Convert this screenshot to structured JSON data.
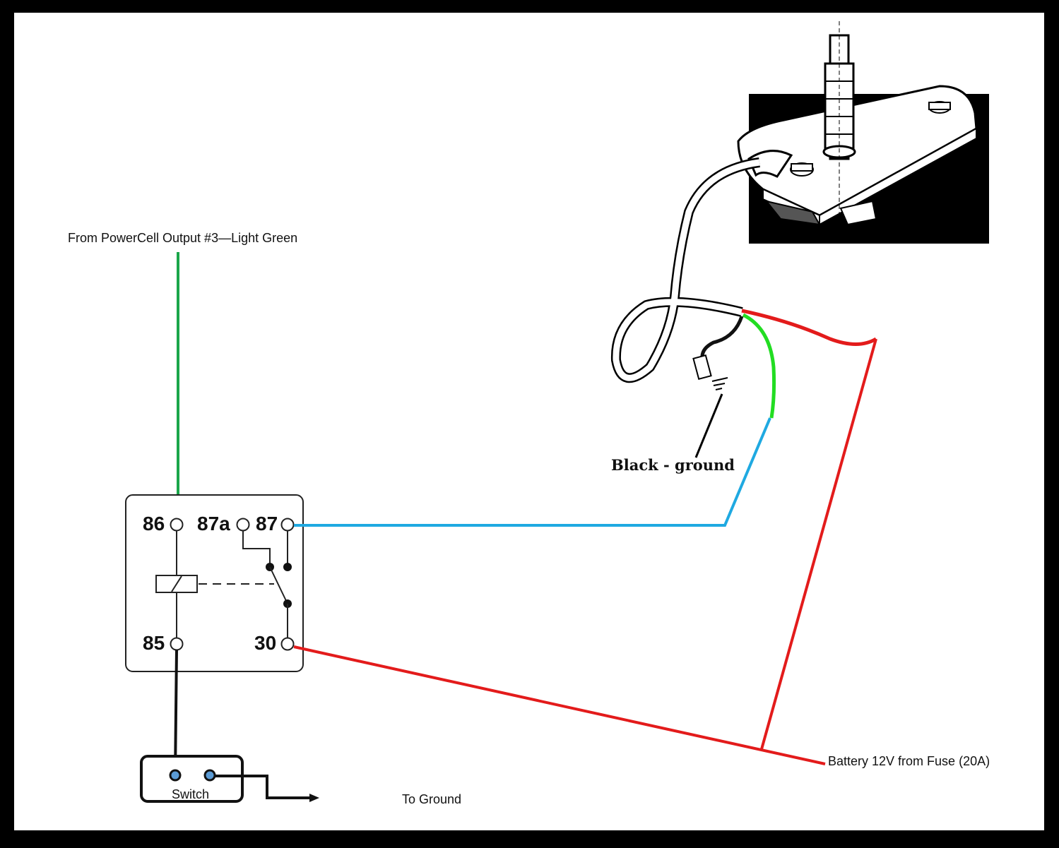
{
  "labels": {
    "source": "From PowerCell Output #3—Light Green",
    "ground_wire": "Black - ground",
    "battery": "Battery 12V from Fuse (20A)",
    "to_ground": "To Ground",
    "switch": "Switch"
  },
  "relay": {
    "pins": {
      "p86": "86",
      "p87a": "87a",
      "p87": "87",
      "p85": "85",
      "p30": "30"
    }
  },
  "colors": {
    "frame": "#000000",
    "background": "#ffffff",
    "green_wire": "#1aa64a",
    "blue_wire": "#1fa9e1",
    "red_wire": "#e31b1b",
    "black_wire": "#111111",
    "switch_terminal": "#5b9bd5",
    "motor_wire_green": "#22dd22"
  },
  "icons": {
    "motor": "wiper-motor-icon",
    "ground": "ground-symbol-icon",
    "relay_coil": "relay-coil-icon"
  }
}
